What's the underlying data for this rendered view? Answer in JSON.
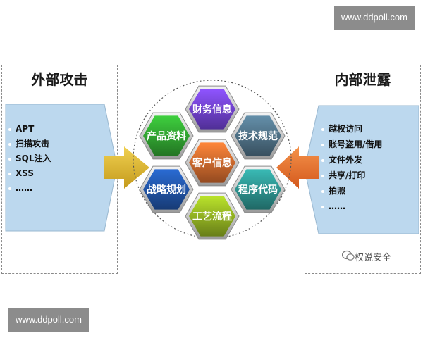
{
  "watermark": {
    "top": "www.ddpoll.com",
    "bottom": "www.ddpoll.com"
  },
  "left_panel": {
    "title": "外部攻击",
    "items": [
      "APT",
      "扫描攻击",
      "SQL注入",
      "XSS",
      "……"
    ]
  },
  "right_panel": {
    "title": "内部泄露",
    "items": [
      "越权访问",
      "账号盗用/借用",
      "文件外发",
      "共享/打印",
      "拍照",
      "……"
    ]
  },
  "hexagons": [
    {
      "label": "财务信息",
      "color": "#6a3ec8"
    },
    {
      "label": "产品资料",
      "color": "#2e9a2e"
    },
    {
      "label": "技术规范",
      "color": "#4a6a7e"
    },
    {
      "label": "客户信息",
      "color": "#c4632a"
    },
    {
      "label": "战略规划",
      "color": "#1f4f9c"
    },
    {
      "label": "程序代码",
      "color": "#2a8a86"
    },
    {
      "label": "工艺流程",
      "color": "#8aa820"
    }
  ],
  "arrows": {
    "left_color": "#d9b429",
    "right_color": "#e8742a"
  },
  "list_fill": "#bcd8ee",
  "brand": {
    "text": "权说安全"
  }
}
